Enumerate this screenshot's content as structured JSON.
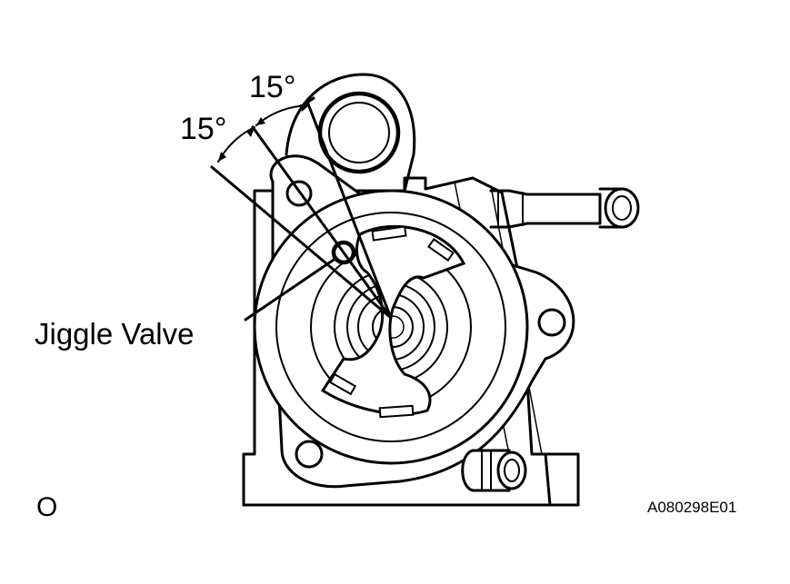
{
  "diagram": {
    "angle_upper_label": "15°",
    "angle_lower_label": "15°",
    "callout_label": "Jiggle Valve",
    "corner_mark": "O",
    "figure_code": "A080298E01"
  },
  "colors": {
    "ink": "#000000",
    "paper": "#ffffff"
  }
}
